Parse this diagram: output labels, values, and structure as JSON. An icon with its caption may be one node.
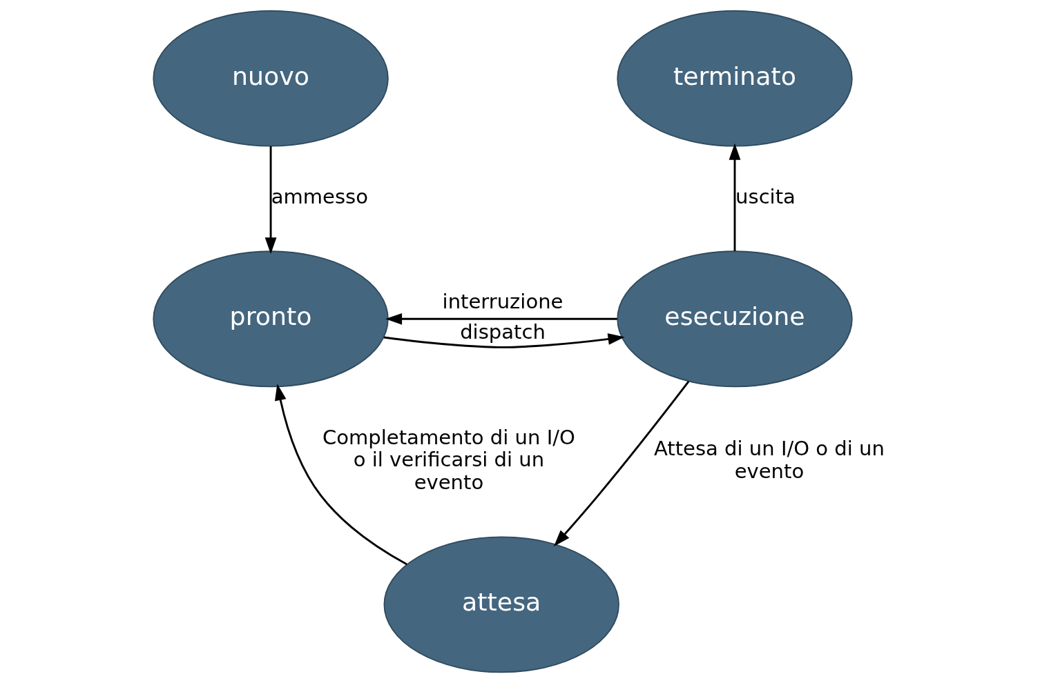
{
  "diagram": {
    "nodes": [
      {
        "text": [
          "nuovo"
        ]
      },
      {
        "text": [
          "terminato"
        ]
      },
      {
        "text": [
          "pronto"
        ]
      },
      {
        "text": [
          "esecuzione"
        ]
      },
      {
        "text": [
          "attesa"
        ]
      }
    ],
    "edges": [
      {
        "from": 0,
        "to": 2,
        "arrow": "to",
        "label": "ammesso"
      },
      {
        "from": 3,
        "to": 2,
        "arrow": "to",
        "label": "interruzione"
      },
      {
        "from": 2,
        "to": 3,
        "arrow": "to",
        "label": "dispatch"
      },
      {
        "from": 3,
        "to": 1,
        "arrow": "to",
        "label": "uscita"
      },
      {
        "from": 3,
        "to": 4,
        "arrow": "to",
        "label": "Attesa di un I/O o di un evento"
      },
      {
        "from": 4,
        "to": 2,
        "arrow": "to",
        "label": "Completamento di un I/O o il verificarsi di un evento"
      }
    ]
  }
}
